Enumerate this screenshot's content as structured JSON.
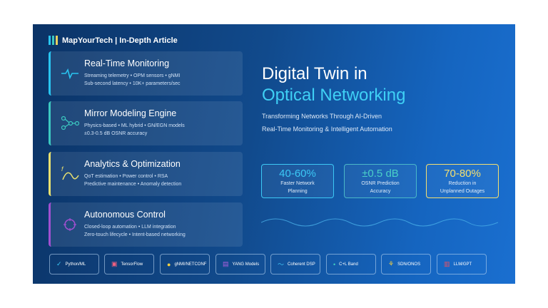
{
  "brand": {
    "text": "MapYourTech | In-Depth Article"
  },
  "cards": [
    {
      "title": "Real-Time Monitoring",
      "line1": "Streaming telemetry • OPM sensors • gNMI",
      "line2": "Sub-second latency • 10K+ parameters/sec",
      "icon": "heartbeat-icon",
      "color": "#29c5f0"
    },
    {
      "title": "Mirror Modeling Engine",
      "line1": "Physics-based • ML hybrid • GN/EGN models",
      "line2": "±0.3-0.5 dB OSNR accuracy",
      "icon": "node-graph-icon",
      "color": "#3cc8c0"
    },
    {
      "title": "Analytics & Optimization",
      "line1": "QoT estimation • Power control • RSA",
      "line2": "Predictive maintenance • Anomaly detection",
      "icon": "function-curve-icon",
      "color": "#e8e070"
    },
    {
      "title": "Autonomous Control",
      "line1": "Closed-loop automation • LLM integration",
      "line2": "Zero-touch lifecycle • Intent-based networking",
      "icon": "target-icon",
      "color": "#a050d0"
    }
  ],
  "hero": {
    "title1": "Digital Twin in",
    "title2": "Optical Networking",
    "sub1": "Transforming Networks Through AI-Driven",
    "sub2": "Real-Time Monitoring & Intelligent Automation"
  },
  "metrics": [
    {
      "value": "40-60%",
      "l1": "Faster Network",
      "l2": "Planning",
      "color": "#3cc8f5"
    },
    {
      "value": "±0.5 dB",
      "l1": "OSNR Prediction",
      "l2": "Accuracy",
      "color": "#4ad0c8"
    },
    {
      "value": "70-80%",
      "l1": "Reduction in",
      "l2": "Unplanned Outages",
      "color": "#f5e070"
    }
  ],
  "chips": [
    {
      "label": "Python/ML",
      "icon": "✓",
      "color": "#3cc8f5"
    },
    {
      "label": "TensorFlow",
      "icon": "▣",
      "color": "#f06080"
    },
    {
      "label": "gNMI/NETCONF",
      "icon": "●",
      "color": "#f5d040"
    },
    {
      "label": "YANG Models",
      "icon": "▤",
      "color": "#b060e0"
    },
    {
      "label": "Coherent DSP",
      "icon": "〜",
      "color": "#40c0f0"
    },
    {
      "label": "C+L Band",
      "icon": "•",
      "color": "#40d0c0"
    },
    {
      "label": "SDN/ONOS",
      "icon": "⚘",
      "color": "#f5d040"
    },
    {
      "label": "LLM/GPT",
      "icon": "▥",
      "color": "#f05060"
    }
  ]
}
